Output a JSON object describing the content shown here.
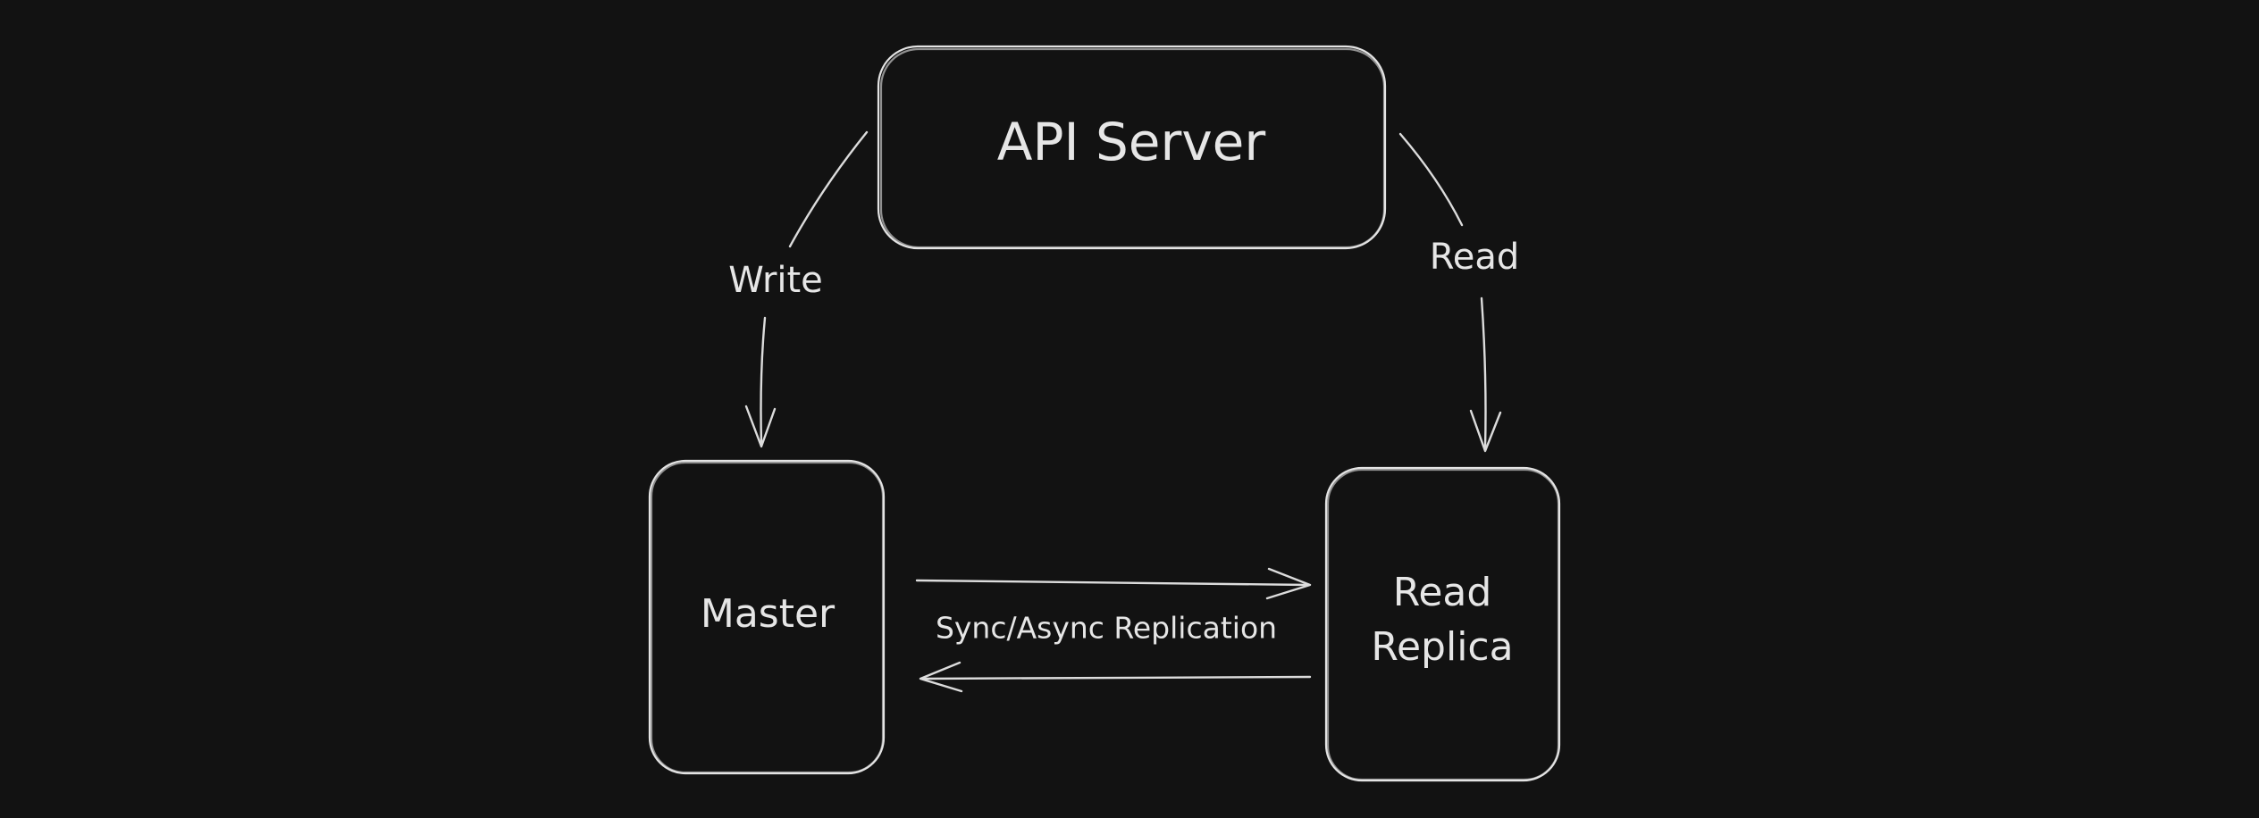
{
  "diagram": {
    "background": "#121212",
    "stroke_color": "#e4e4e4",
    "nodes": {
      "api_server": {
        "label": "API Server"
      },
      "master": {
        "label": "Master"
      },
      "read_replica": {
        "line1": "Read",
        "line2": "Replica"
      }
    },
    "edges": {
      "write": {
        "label": "Write"
      },
      "read": {
        "label": "Read"
      },
      "replication": {
        "label": "Sync/Async Replication"
      }
    }
  }
}
